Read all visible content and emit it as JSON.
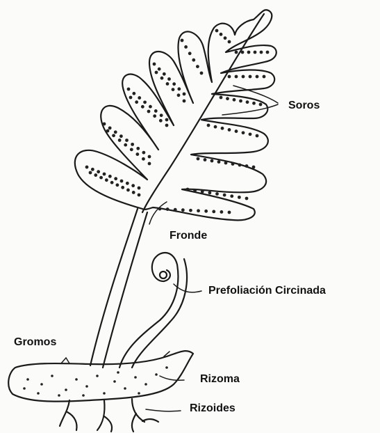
{
  "labels": {
    "soros": "Soros",
    "fronde": "Fronde",
    "prefoliacion": "Prefoliación Circinada",
    "gromos": "Gromos",
    "rizoma": "Rizoma",
    "rizoides": "Rizoides"
  }
}
